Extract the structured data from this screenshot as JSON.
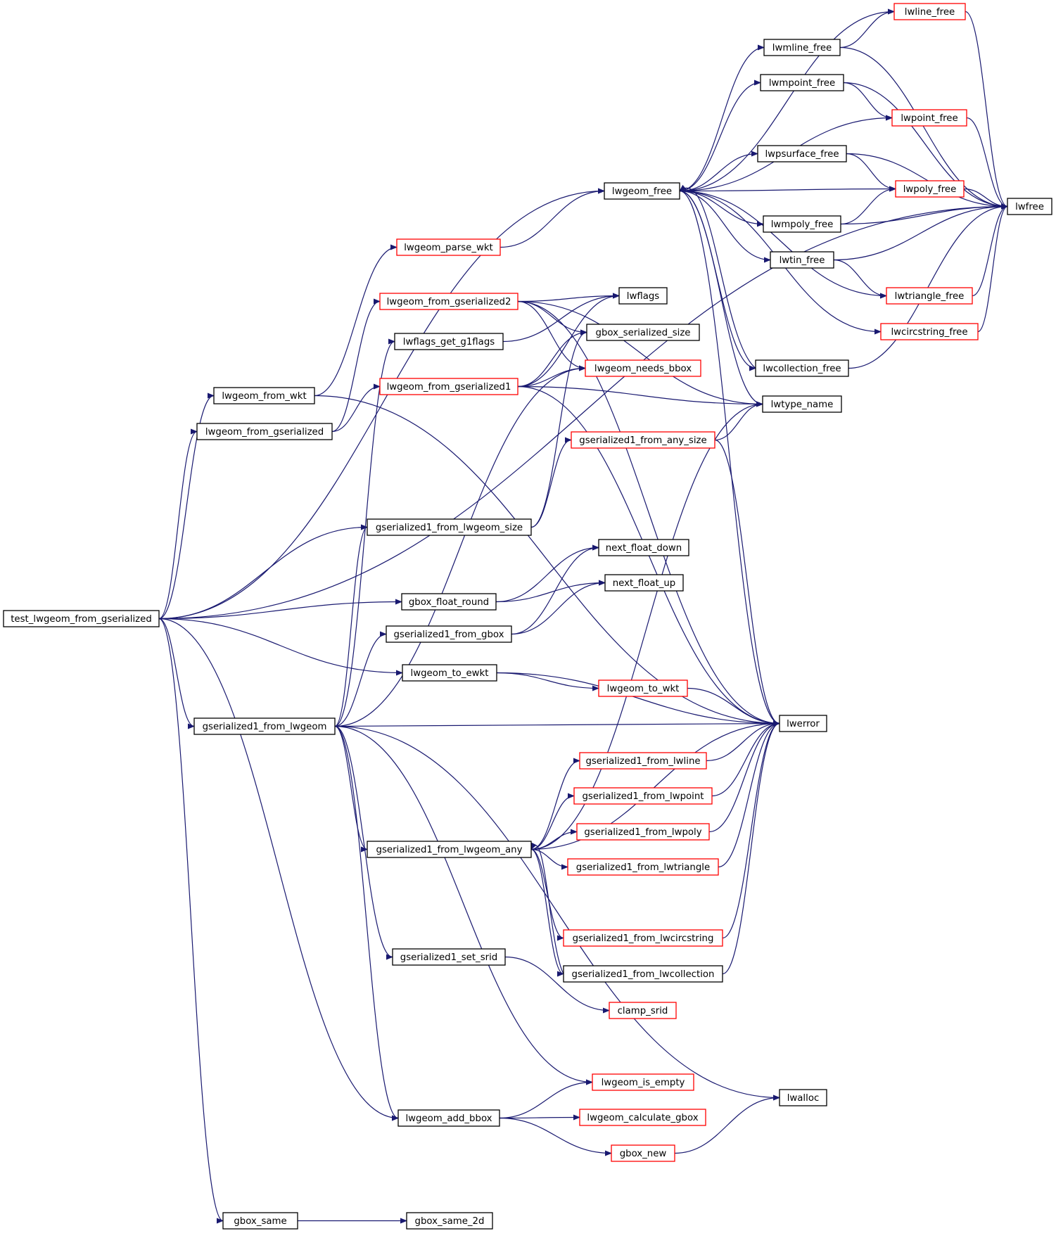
{
  "colors": {
    "edge": "#191970",
    "node_border": "#000000",
    "node_border_truncated": "#ff0000",
    "root_fill": "#bfbfbf",
    "node_fill": "#ffffff"
  },
  "nodes": [
    {
      "id": "test_lwgeom_from_gserialized",
      "label": "test_lwgeom_from_gserialized",
      "style": "root"
    },
    {
      "id": "gbox_same",
      "label": "gbox_same",
      "style": "normal"
    },
    {
      "id": "gbox_same_2d",
      "label": "gbox_same_2d",
      "style": "normal"
    },
    {
      "id": "gserialized1_from_lwgeom",
      "label": "gserialized1_from_lwgeom",
      "style": "normal"
    },
    {
      "id": "lwgeom_from_gserialized",
      "label": "lwgeom_from_gserialized",
      "style": "normal"
    },
    {
      "id": "lwgeom_from_wkt",
      "label": "lwgeom_from_wkt",
      "style": "normal"
    },
    {
      "id": "lwgeom_parse_wkt",
      "label": "lwgeom_parse_wkt",
      "style": "truncated"
    },
    {
      "id": "lwgeom_from_gserialized2",
      "label": "lwgeom_from_gserialized2",
      "style": "truncated"
    },
    {
      "id": "lwgeom_from_gserialized1",
      "label": "lwgeom_from_gserialized1",
      "style": "truncated"
    },
    {
      "id": "lwflags_get_g1flags",
      "label": "lwflags_get_g1flags",
      "style": "normal"
    },
    {
      "id": "gserialized1_from_lwgeom_size",
      "label": "gserialized1_from_lwgeom_size",
      "style": "normal"
    },
    {
      "id": "gbox_float_round",
      "label": "gbox_float_round",
      "style": "normal"
    },
    {
      "id": "gserialized1_from_gbox",
      "label": "gserialized1_from_gbox",
      "style": "normal"
    },
    {
      "id": "lwgeom_to_ewkt",
      "label": "lwgeom_to_ewkt",
      "style": "normal"
    },
    {
      "id": "gserialized1_from_lwgeom_any",
      "label": "gserialized1_from_lwgeom_any",
      "style": "normal"
    },
    {
      "id": "gserialized1_set_srid",
      "label": "gserialized1_set_srid",
      "style": "normal"
    },
    {
      "id": "lwgeom_add_bbox",
      "label": "lwgeom_add_bbox",
      "style": "normal"
    },
    {
      "id": "lwgeom_free",
      "label": "lwgeom_free",
      "style": "normal"
    },
    {
      "id": "lwflags",
      "label": "lwflags",
      "style": "normal"
    },
    {
      "id": "gbox_serialized_size",
      "label": "gbox_serialized_size",
      "style": "normal"
    },
    {
      "id": "lwgeom_needs_bbox",
      "label": "lwgeom_needs_bbox",
      "style": "truncated"
    },
    {
      "id": "gserialized1_from_any_size",
      "label": "gserialized1_from_any_size",
      "style": "truncated"
    },
    {
      "id": "next_float_down",
      "label": "next_float_down",
      "style": "normal"
    },
    {
      "id": "next_float_up",
      "label": "next_float_up",
      "style": "normal"
    },
    {
      "id": "lwgeom_to_wkt",
      "label": "lwgeom_to_wkt",
      "style": "truncated"
    },
    {
      "id": "gserialized1_from_lwline",
      "label": "gserialized1_from_lwline",
      "style": "truncated"
    },
    {
      "id": "gserialized1_from_lwpoint",
      "label": "gserialized1_from_lwpoint",
      "style": "truncated"
    },
    {
      "id": "gserialized1_from_lwpoly",
      "label": "gserialized1_from_lwpoly",
      "style": "truncated"
    },
    {
      "id": "gserialized1_from_lwtriangle",
      "label": "gserialized1_from_lwtriangle",
      "style": "truncated"
    },
    {
      "id": "gserialized1_from_lwcircstring",
      "label": "gserialized1_from_lwcircstring",
      "style": "truncated"
    },
    {
      "id": "gserialized1_from_lwcollection",
      "label": "gserialized1_from_lwcollection",
      "style": "normal"
    },
    {
      "id": "clamp_srid",
      "label": "clamp_srid",
      "style": "truncated"
    },
    {
      "id": "lwgeom_is_empty",
      "label": "lwgeom_is_empty",
      "style": "truncated"
    },
    {
      "id": "lwgeom_calculate_gbox",
      "label": "lwgeom_calculate_gbox",
      "style": "truncated"
    },
    {
      "id": "gbox_new",
      "label": "gbox_new",
      "style": "truncated"
    },
    {
      "id": "lwmline_free",
      "label": "lwmline_free",
      "style": "normal"
    },
    {
      "id": "lwmpoint_free",
      "label": "lwmpoint_free",
      "style": "normal"
    },
    {
      "id": "lwpsurface_free",
      "label": "lwpsurface_free",
      "style": "normal"
    },
    {
      "id": "lwmpoly_free",
      "label": "lwmpoly_free",
      "style": "normal"
    },
    {
      "id": "lwtin_free",
      "label": "lwtin_free",
      "style": "normal"
    },
    {
      "id": "lwcollection_free",
      "label": "lwcollection_free",
      "style": "normal"
    },
    {
      "id": "lwtype_name",
      "label": "lwtype_name",
      "style": "normal"
    },
    {
      "id": "lwerror",
      "label": "lwerror",
      "style": "normal"
    },
    {
      "id": "lwalloc",
      "label": "lwalloc",
      "style": "normal"
    },
    {
      "id": "lwline_free",
      "label": "lwline_free",
      "style": "truncated"
    },
    {
      "id": "lwpoint_free",
      "label": "lwpoint_free",
      "style": "truncated"
    },
    {
      "id": "lwpoly_free",
      "label": "lwpoly_free",
      "style": "truncated"
    },
    {
      "id": "lwtriangle_free",
      "label": "lwtriangle_free",
      "style": "truncated"
    },
    {
      "id": "lwcircstring_free",
      "label": "lwcircstring_free",
      "style": "truncated"
    },
    {
      "id": "lwfree",
      "label": "lwfree",
      "style": "normal"
    }
  ],
  "edges": [
    [
      "test_lwgeom_from_gserialized",
      "lwgeom_free"
    ],
    [
      "test_lwgeom_from_gserialized",
      "lwgeom_from_wkt"
    ],
    [
      "test_lwgeom_from_gserialized",
      "lwgeom_from_gserialized"
    ],
    [
      "test_lwgeom_from_gserialized",
      "gserialized1_from_lwgeom_size"
    ],
    [
      "test_lwgeom_from_gserialized",
      "gbox_float_round"
    ],
    [
      "test_lwgeom_from_gserialized",
      "lwgeom_to_ewkt"
    ],
    [
      "test_lwgeom_from_gserialized",
      "gserialized1_from_lwgeom"
    ],
    [
      "test_lwgeom_from_gserialized",
      "lwgeom_add_bbox"
    ],
    [
      "test_lwgeom_from_gserialized",
      "gbox_same"
    ],
    [
      "test_lwgeom_from_gserialized",
      "lwfree"
    ],
    [
      "gbox_same",
      "gbox_same_2d"
    ],
    [
      "lwgeom_from_wkt",
      "lwgeom_parse_wkt"
    ],
    [
      "lwgeom_from_wkt",
      "lwerror"
    ],
    [
      "lwgeom_parse_wkt",
      "lwgeom_free"
    ],
    [
      "lwgeom_from_gserialized",
      "lwgeom_from_gserialized2"
    ],
    [
      "lwgeom_from_gserialized",
      "lwgeom_from_gserialized1"
    ],
    [
      "lwgeom_from_gserialized2",
      "lwflags"
    ],
    [
      "lwgeom_from_gserialized2",
      "gbox_serialized_size"
    ],
    [
      "lwgeom_from_gserialized2",
      "lwgeom_needs_bbox"
    ],
    [
      "lwgeom_from_gserialized2",
      "lwtype_name"
    ],
    [
      "lwgeom_from_gserialized2",
      "lwerror"
    ],
    [
      "lwgeom_from_gserialized1",
      "lwflags"
    ],
    [
      "lwgeom_from_gserialized1",
      "gbox_serialized_size"
    ],
    [
      "lwgeom_from_gserialized1",
      "lwgeom_needs_bbox"
    ],
    [
      "lwgeom_from_gserialized1",
      "lwtype_name"
    ],
    [
      "lwgeom_from_gserialized1",
      "lwerror"
    ],
    [
      "lwflags_get_g1flags",
      "lwflags"
    ],
    [
      "gserialized1_from_lwgeom_size",
      "gbox_serialized_size"
    ],
    [
      "gserialized1_from_lwgeom_size",
      "gserialized1_from_any_size"
    ],
    [
      "gserialized1_from_any_size",
      "lwtype_name"
    ],
    [
      "gserialized1_from_any_size",
      "lwerror"
    ],
    [
      "gbox_float_round",
      "next_float_down"
    ],
    [
      "gbox_float_round",
      "next_float_up"
    ],
    [
      "gserialized1_from_gbox",
      "next_float_down"
    ],
    [
      "gserialized1_from_gbox",
      "next_float_up"
    ],
    [
      "lwgeom_to_ewkt",
      "lwgeom_to_wkt"
    ],
    [
      "lwgeom_to_ewkt",
      "lwerror"
    ],
    [
      "lwgeom_to_wkt",
      "lwerror"
    ],
    [
      "gserialized1_from_lwgeom",
      "lwflags_get_g1flags"
    ],
    [
      "gserialized1_from_lwgeom",
      "gserialized1_from_lwgeom_size"
    ],
    [
      "gserialized1_from_lwgeom",
      "lwgeom_needs_bbox"
    ],
    [
      "gserialized1_from_lwgeom",
      "gserialized1_from_gbox"
    ],
    [
      "gserialized1_from_lwgeom",
      "lwerror"
    ],
    [
      "gserialized1_from_lwgeom",
      "gserialized1_from_lwgeom_any"
    ],
    [
      "gserialized1_from_lwgeom",
      "gserialized1_set_srid"
    ],
    [
      "gserialized1_from_lwgeom",
      "lwgeom_is_empty"
    ],
    [
      "gserialized1_from_lwgeom",
      "lwgeom_add_bbox"
    ],
    [
      "gserialized1_from_lwgeom",
      "lwalloc"
    ],
    [
      "gserialized1_from_lwgeom_any",
      "lwtype_name"
    ],
    [
      "gserialized1_from_lwgeom_any",
      "gserialized1_from_lwline"
    ],
    [
      "gserialized1_from_lwgeom_any",
      "gserialized1_from_lwpoint"
    ],
    [
      "gserialized1_from_lwgeom_any",
      "gserialized1_from_lwpoly"
    ],
    [
      "gserialized1_from_lwgeom_any",
      "gserialized1_from_lwtriangle"
    ],
    [
      "gserialized1_from_lwgeom_any",
      "gserialized1_from_lwcircstring"
    ],
    [
      "gserialized1_from_lwgeom_any",
      "gserialized1_from_lwcollection"
    ],
    [
      "gserialized1_from_lwgeom_any",
      "lwerror"
    ],
    [
      "gserialized1_from_lwline",
      "lwerror"
    ],
    [
      "gserialized1_from_lwpoint",
      "lwerror"
    ],
    [
      "gserialized1_from_lwpoly",
      "lwerror"
    ],
    [
      "gserialized1_from_lwtriangle",
      "lwerror"
    ],
    [
      "gserialized1_from_lwcircstring",
      "lwerror"
    ],
    [
      "gserialized1_from_lwcollection",
      "lwerror"
    ],
    [
      "gserialized1_from_lwcollection",
      "gserialized1_from_lwgeom_any"
    ],
    [
      "gserialized1_set_srid",
      "clamp_srid"
    ],
    [
      "lwgeom_add_bbox",
      "lwgeom_is_empty"
    ],
    [
      "lwgeom_add_bbox",
      "lwgeom_calculate_gbox"
    ],
    [
      "lwgeom_add_bbox",
      "gbox_new"
    ],
    [
      "gbox_new",
      "lwalloc"
    ],
    [
      "lwgeom_free",
      "lwline_free"
    ],
    [
      "lwgeom_free",
      "lwmline_free"
    ],
    [
      "lwgeom_free",
      "lwmpoint_free"
    ],
    [
      "lwgeom_free",
      "lwpoint_free"
    ],
    [
      "lwgeom_free",
      "lwpsurface_free"
    ],
    [
      "lwgeom_free",
      "lwpoly_free"
    ],
    [
      "lwgeom_free",
      "lwmpoly_free"
    ],
    [
      "lwgeom_free",
      "lwtin_free"
    ],
    [
      "lwgeom_free",
      "lwtriangle_free"
    ],
    [
      "lwgeom_free",
      "lwcircstring_free"
    ],
    [
      "lwgeom_free",
      "lwcollection_free"
    ],
    [
      "lwgeom_free",
      "lwtype_name"
    ],
    [
      "lwgeom_free",
      "lwerror"
    ],
    [
      "lwmline_free",
      "lwline_free"
    ],
    [
      "lwmline_free",
      "lwfree"
    ],
    [
      "lwmpoint_free",
      "lwpoint_free"
    ],
    [
      "lwmpoint_free",
      "lwfree"
    ],
    [
      "lwpsurface_free",
      "lwpoly_free"
    ],
    [
      "lwpsurface_free",
      "lwfree"
    ],
    [
      "lwmpoly_free",
      "lwpoly_free"
    ],
    [
      "lwmpoly_free",
      "lwfree"
    ],
    [
      "lwtin_free",
      "lwtriangle_free"
    ],
    [
      "lwtin_free",
      "lwfree"
    ],
    [
      "lwcollection_free",
      "lwgeom_free"
    ],
    [
      "lwcollection_free",
      "lwfree"
    ],
    [
      "lwline_free",
      "lwfree"
    ],
    [
      "lwpoint_free",
      "lwfree"
    ],
    [
      "lwpoly_free",
      "lwfree"
    ],
    [
      "lwtriangle_free",
      "lwfree"
    ],
    [
      "lwcircstring_free",
      "lwfree"
    ]
  ]
}
